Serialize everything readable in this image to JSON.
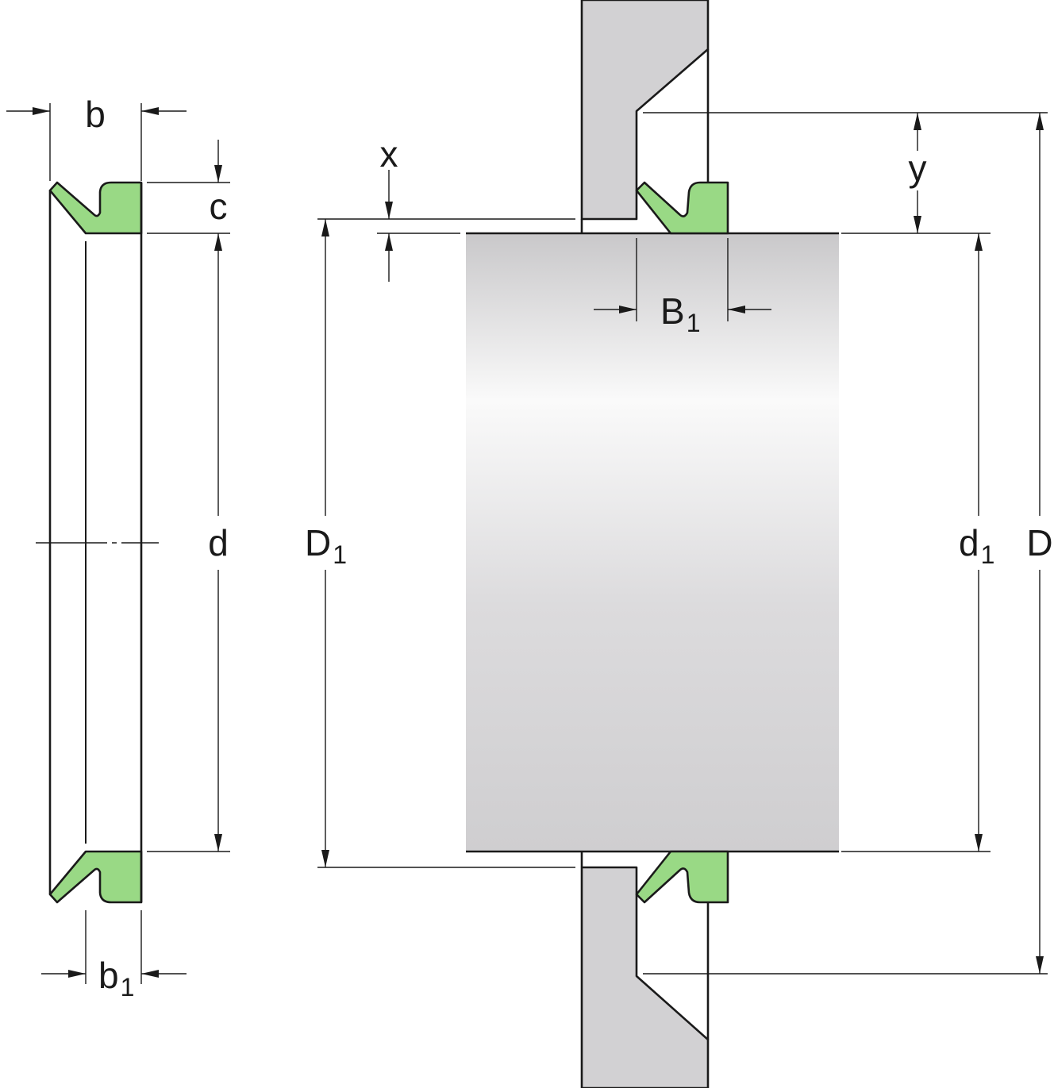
{
  "labels": {
    "b": "b",
    "c": "c",
    "d": "d",
    "b1_main": "b",
    "b1_sub": "1",
    "x": "x",
    "y": "y",
    "B1_main": "B",
    "B1_sub": "1",
    "D1_main": "D",
    "D1_sub": "1",
    "d1_main": "d",
    "d1_sub": "1",
    "D": "D"
  },
  "colors": {
    "seal": "#99d985",
    "housing": "#d2d1d3",
    "shaft_light": "#fafafa",
    "shaft_dark": "#c9c8ca",
    "line": "#1a1a1a"
  }
}
